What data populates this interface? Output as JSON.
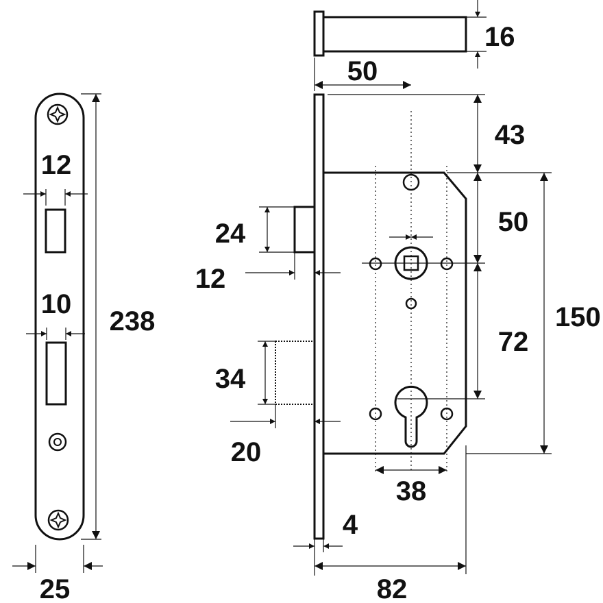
{
  "dimensions": {
    "faceplate_cutout_upper_width": "12",
    "faceplate_cutout_lower_width": "10",
    "faceplate_length": "238",
    "faceplate_width": "25",
    "bolt_height": "16",
    "bolt_length": "50",
    "top_offset": "43",
    "latch_height": "24",
    "latch_throw": "12",
    "spindle_to_top": "50",
    "spindle_to_cylinder": "72",
    "case_height": "150",
    "deadbolt_height": "34",
    "deadbolt_throw": "20",
    "hole_spacing": "38",
    "faceplate_thickness": "4",
    "backset_total": "82"
  },
  "colors": {
    "line": "#111111",
    "background": "#ffffff"
  },
  "icons": [
    "screw-icon",
    "cross-recess-icon"
  ]
}
